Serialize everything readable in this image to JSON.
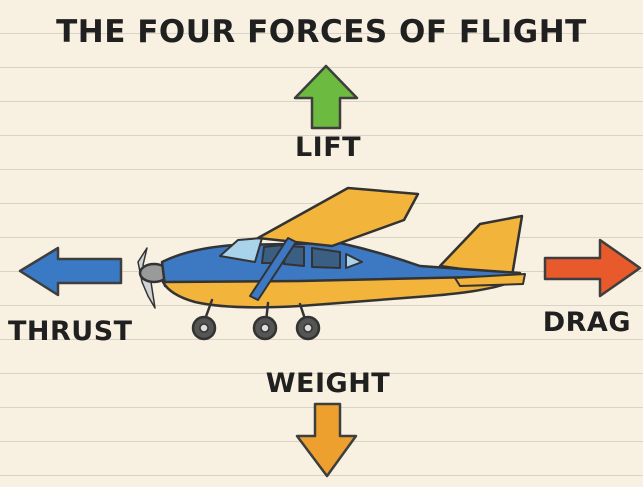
{
  "title": "THE FOUR FORCES OF FLIGHT",
  "forces": {
    "lift": "LIFT",
    "thrust": "THRUST",
    "drag": "DRAG",
    "weight": "WEIGHT"
  },
  "colors": {
    "lift": "#6cba3f",
    "thrust": "#3a79c4",
    "drag": "#e85a2c",
    "weight": "#eea02e",
    "fuselage_top": "#3d78c2",
    "fuselage_bottom": "#f2b43a",
    "wing": "#f2b43a",
    "outline": "#333333",
    "paper": "#f8f1e1"
  }
}
